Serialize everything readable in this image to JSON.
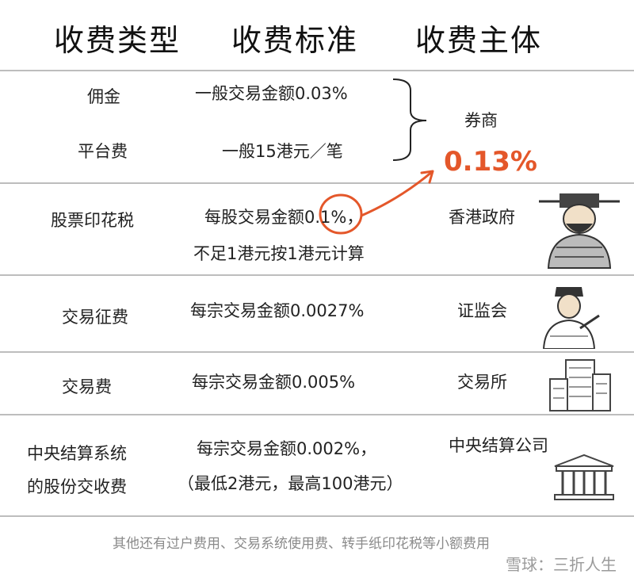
{
  "headers": {
    "type": "收费类型",
    "standard": "收费标准",
    "entity": "收费主体"
  },
  "rows": {
    "commission": {
      "type": "佣金",
      "standard": "一般交易金额0.03%"
    },
    "platform": {
      "type": "平台费",
      "standard": "一般15港元／笔"
    },
    "broker_entity": "券商",
    "stamp": {
      "type": "股票印花税",
      "standard_line1": "每股交易金额0.1%，",
      "standard_line2": "不足1港元按1港元计算",
      "entity": "香港政府"
    },
    "levy": {
      "type": "交易征费",
      "standard": "每宗交易金额0.0027%",
      "entity": "证监会"
    },
    "trading": {
      "type": "交易费",
      "standard": "每宗交易金额0.005%",
      "entity": "交易所"
    },
    "ccass": {
      "type_line1": "中央结算系统",
      "type_line2": "的股份交收费",
      "standard_line1": "每宗交易金额0.002%，",
      "standard_line2": "（最低2港元，最高100港元）",
      "entity": "中央结算公司"
    }
  },
  "annotation": {
    "text": "0.13%",
    "color": "#e4572a"
  },
  "footer": "其他还有过户费用、交易系统使用费、转手纸印花税等小额费用",
  "watermark": "雪球：三折人生",
  "icons": [
    "official-figure-icon",
    "scholar-figure-icon",
    "building-icon",
    "classical-building-icon"
  ]
}
